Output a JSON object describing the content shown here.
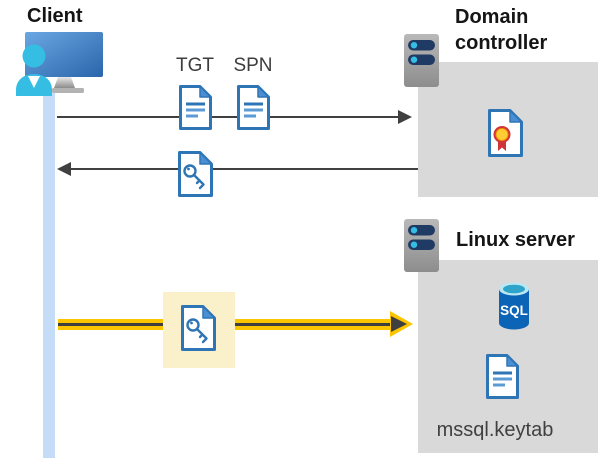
{
  "nodes": {
    "client": "Client",
    "domain_controller": "Domain controller",
    "linux_server": "Linux server"
  },
  "tickets": {
    "tgt": "TGT",
    "spn": "SPN"
  },
  "linux": {
    "sql": "SQL",
    "keytab": "mssql.keytab"
  },
  "icons": {
    "client": "client-computer-with-user-icon",
    "server": "server-icon",
    "certificate": "certificate-document-icon",
    "ticket_document": "document-icon",
    "key_ticket": "key-document-icon",
    "sql_database": "sql-database-icon"
  },
  "colors": {
    "arrow_dark": "#404040",
    "arrow_yellow": "#fdc500",
    "highlight_yellow": "#faf1cb",
    "node_box_gray": "#d9d9d9",
    "document_blue": "#2e75b6",
    "accent_cyan": "#35bde3",
    "lifeline_blue": "#c5dcf8",
    "sql_blue": "#0c64b6",
    "cert_red": "#d13438",
    "cert_gold": "#ffcc33"
  }
}
